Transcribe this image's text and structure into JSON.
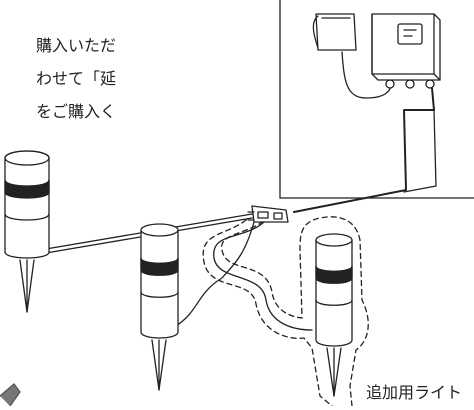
{
  "text": {
    "line1": "購入いただ",
    "line2": "わせて「延",
    "line3": "をご購入く",
    "caption": "追加用ライト"
  },
  "colors": {
    "stroke": "#222222",
    "background": "#ffffff",
    "band_dark": "#222222",
    "band_light": "#8a8a8a"
  }
}
